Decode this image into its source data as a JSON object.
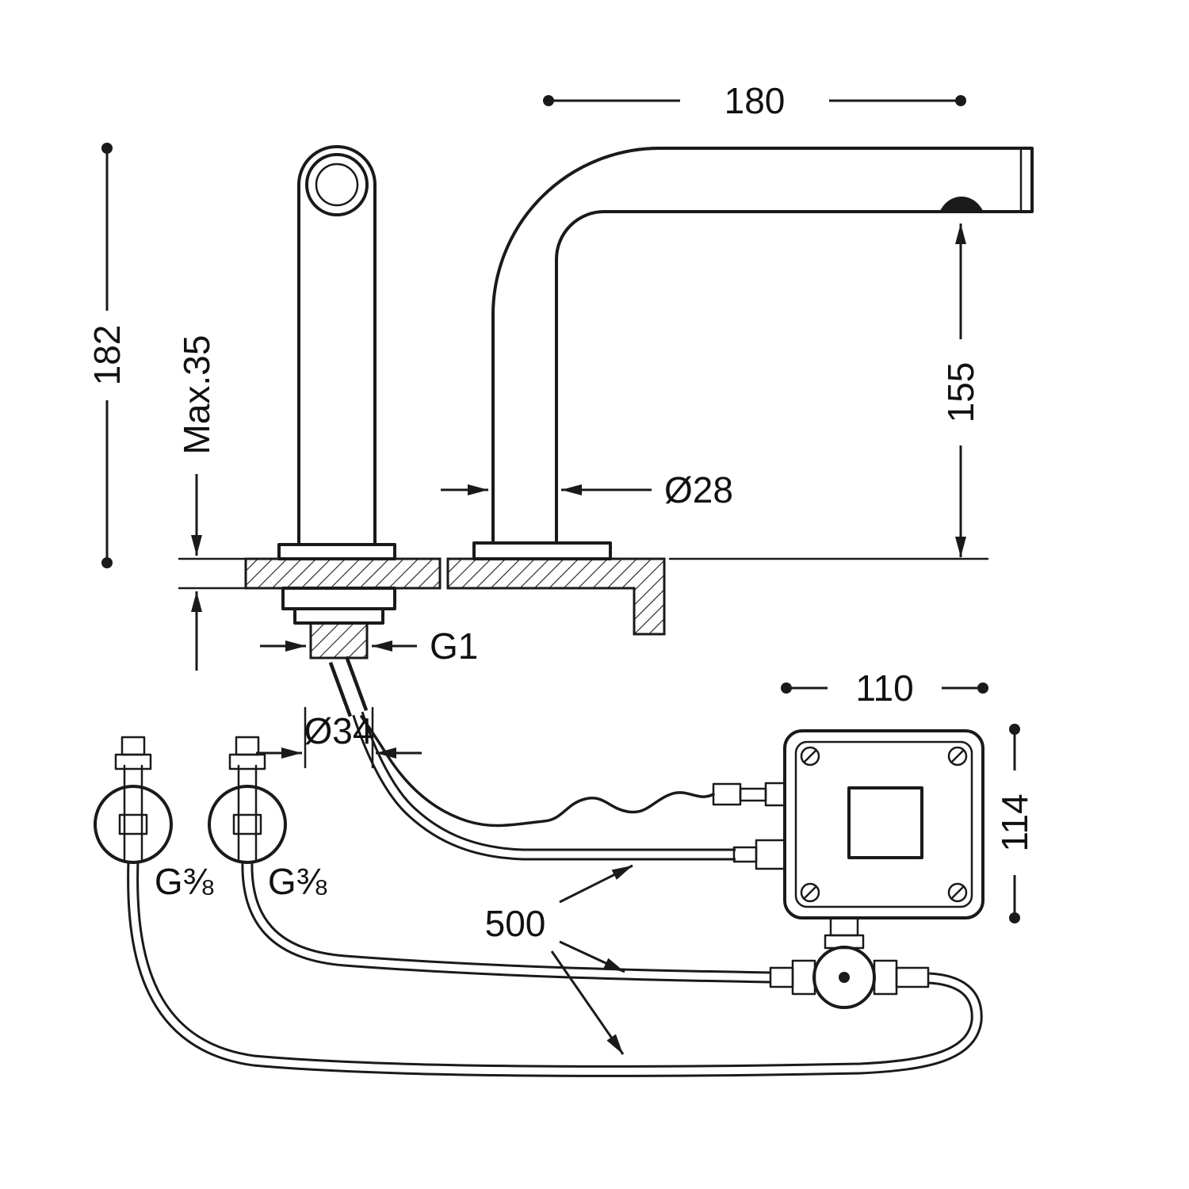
{
  "drawing": {
    "background": "#ffffff",
    "line_color": "#1a1a1a",
    "labels": {
      "reach": "180",
      "height": "182",
      "max_deck": "Max.35",
      "outlet_height": "155",
      "tube_dia": "Ø28",
      "base_thread": "G1",
      "shank_dia": "Ø34",
      "box_width": "110",
      "box_height": "114",
      "hose_length": "500",
      "supply_left": "G⅜",
      "supply_right": "G⅜"
    }
  }
}
